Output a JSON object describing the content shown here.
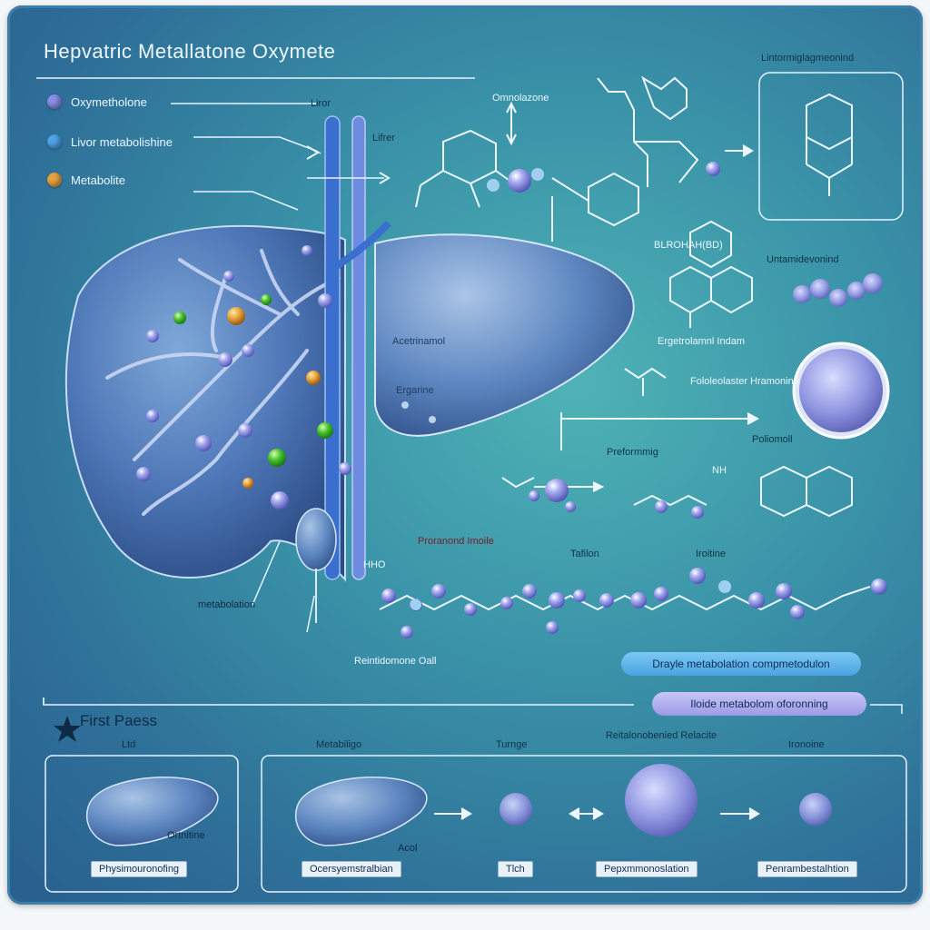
{
  "title": "Hepvatric Metallatone Oxymete",
  "legend": [
    {
      "label": "Oxymetholone",
      "color": "#8a8ee6"
    },
    {
      "label": "Livor metabolishine",
      "color": "#4ea3e8"
    },
    {
      "label": "Metabolite",
      "color": "#e8a23c"
    }
  ],
  "liver_labels": {
    "top": "Liror",
    "side": "Lifrer",
    "metabolism": "metabolation",
    "inner_1": "Acetrinamol",
    "inner_2": "Ergarine"
  },
  "chem_labels": {
    "top_center": "Omnolazone",
    "top_right": "Lintormiglagmeonind",
    "mid_1": "BLROHAH(BD)",
    "mid_2": "Untamidevonind",
    "mid_3": "Ergetrolamnl Indam",
    "mid_4": "Fololeolaster Hramoning",
    "right_mid": "Poliomoll",
    "chain_left": "Preformmig",
    "chain_1": "Proranond Imoile",
    "chain_2": "Tafilon",
    "chain_3": "Iroitine",
    "chain_bottom": "Reintidomone Oall",
    "nh": "NH",
    "hho": "HHO"
  },
  "pills": {
    "blue": "Drayle metabolation compmetodulon",
    "purple": "Iloide metabolom oforonning"
  },
  "first_pass": {
    "heading": "First Paess",
    "columns": [
      {
        "top": "Ltd",
        "label": "Physimouronofing"
      },
      {
        "top": "Metabiligo",
        "label": "Ocersyemstralbian"
      },
      {
        "top": "Turnge",
        "label": "Tlch"
      },
      {
        "top": "Reitalonobenied Relacite",
        "label": "Pepxmmonoslation"
      },
      {
        "top": "Ironoine",
        "label": "Penrambestalhtion"
      }
    ],
    "liver_small_label": "Ortnitine",
    "liver_small_label_2": "Acol"
  },
  "colors": {
    "accent": "#8a8ee6",
    "liver": "#4f78b8",
    "vessel": "#3a6fd0"
  }
}
